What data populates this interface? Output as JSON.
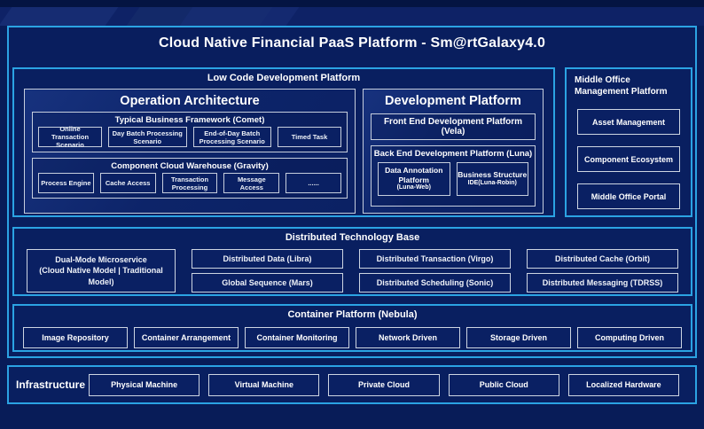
{
  "title": "Cloud Native Financial PaaS Platform - Sm@rtGalaxy4.0",
  "low_code": {
    "title": "Low Code Development Platform",
    "operation_architecture": {
      "title": "Operation Architecture",
      "business_framework": {
        "title": "Typical Business Framework (Comet)",
        "items": [
          "Online Transaction Scenario",
          "Day Batch Processing Scenario",
          "End-of-Day Batch Processing Scenario",
          "Timed Task"
        ]
      },
      "cloud_warehouse": {
        "title": "Component Cloud Warehouse (Gravity)",
        "items": [
          "Process Engine",
          "Cache Access",
          "Transaction Processing",
          "Message Access",
          "......"
        ]
      }
    },
    "development_platform": {
      "title": "Development Platform",
      "front_end": "Front End Development Platform (Vela)",
      "back_end": {
        "title": "Back End Development Platform (Luna)",
        "items": [
          {
            "line1": "Data Annotation Platform",
            "line2": "(Luna-Web)"
          },
          {
            "line1": "Business Structure",
            "line2": "IDE(Luna-Robin)"
          }
        ]
      }
    }
  },
  "middle_office": {
    "title": "Middle Office Management Platform",
    "items": [
      "Asset Management",
      "Component Ecosystem",
      "Middle Office Portal"
    ]
  },
  "distributed": {
    "title": "Distributed Technology Base",
    "microservice": {
      "line1": "Dual-Mode Microservice",
      "line2": "(Cloud Native Model | Traditional Model)"
    },
    "items": [
      "Distributed Data (Libra)",
      "Distributed Transaction (Virgo)",
      "Distributed Cache (Orbit)",
      "Global Sequence (Mars)",
      "Distributed Scheduling (Sonic)",
      "Distributed Messaging (TDRSS)"
    ]
  },
  "container": {
    "title": "Container Platform (Nebula)",
    "items": [
      "Image Repository",
      "Container Arrangement",
      "Container Monitoring",
      "Network Driven",
      "Storage Driven",
      "Computing Driven"
    ]
  },
  "infrastructure": {
    "label": "Infrastructure",
    "items": [
      "Physical Machine",
      "Virtual Machine",
      "Private Cloud",
      "Public Cloud",
      "Localized Hardware"
    ]
  },
  "colors": {
    "background": "#081c58",
    "panel_border": "#2ba3e3",
    "box_border": "#cdd5e2",
    "box_fill": "#0a2063"
  }
}
